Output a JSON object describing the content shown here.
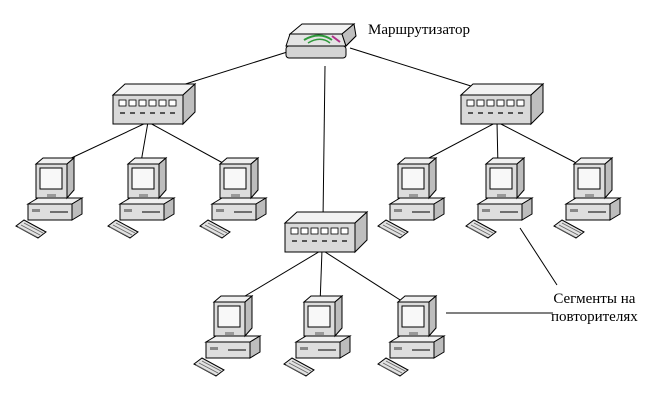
{
  "router": {
    "label": "Маршрутизатор",
    "icon": "router-icon"
  },
  "hubs": [
    {
      "name": "hub-left",
      "icon": "hub-icon"
    },
    {
      "name": "hub-right",
      "icon": "hub-icon"
    },
    {
      "name": "hub-bottom",
      "icon": "hub-icon"
    }
  ],
  "computers_per_hub": 3,
  "annotation": {
    "line1": "Сегменты на",
    "line2": "повторителях"
  },
  "colors": {
    "line": "#000000",
    "device_fill": "#e8e8e8",
    "screen": "#f4f4f4",
    "router_accent_green": "#2e9a3a",
    "router_accent_magenta": "#b0308a"
  }
}
